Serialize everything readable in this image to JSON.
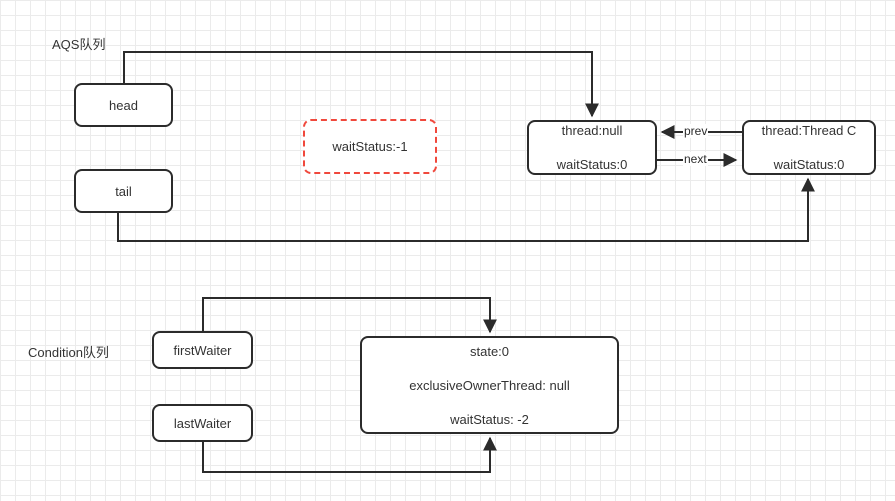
{
  "diagram": {
    "title_hidden": "",
    "groups": [
      {
        "id": "aqs",
        "label": "AQS队列"
      },
      {
        "id": "condition",
        "label": "Condition队列"
      }
    ],
    "nodes": [
      {
        "id": "head",
        "label": "head"
      },
      {
        "id": "tail",
        "label": "tail"
      },
      {
        "id": "waitstatus",
        "label": "waitStatus:-1"
      },
      {
        "id": "threadnull",
        "line1": "thread:null",
        "line2": "waitStatus:0"
      },
      {
        "id": "threadc",
        "line1": "thread:Thread C",
        "line2": "waitStatus:0"
      },
      {
        "id": "firstwaiter",
        "label": "firstWaiter"
      },
      {
        "id": "lastwaiter",
        "label": "lastWaiter"
      },
      {
        "id": "state",
        "line1": "state:0",
        "line2": "exclusiveOwnerThread: null",
        "line3": "waitStatus: -2"
      }
    ],
    "edge_labels": [
      {
        "id": "prev",
        "label": "prev"
      },
      {
        "id": "next",
        "label": "next"
      }
    ],
    "colors": {
      "stroke": "#2b2b2b",
      "highlight": "#f0483c",
      "text": "#333333",
      "grid_minor": "#ebebeb",
      "grid_major": "#e0e0e0",
      "background": "#ffffff"
    }
  }
}
